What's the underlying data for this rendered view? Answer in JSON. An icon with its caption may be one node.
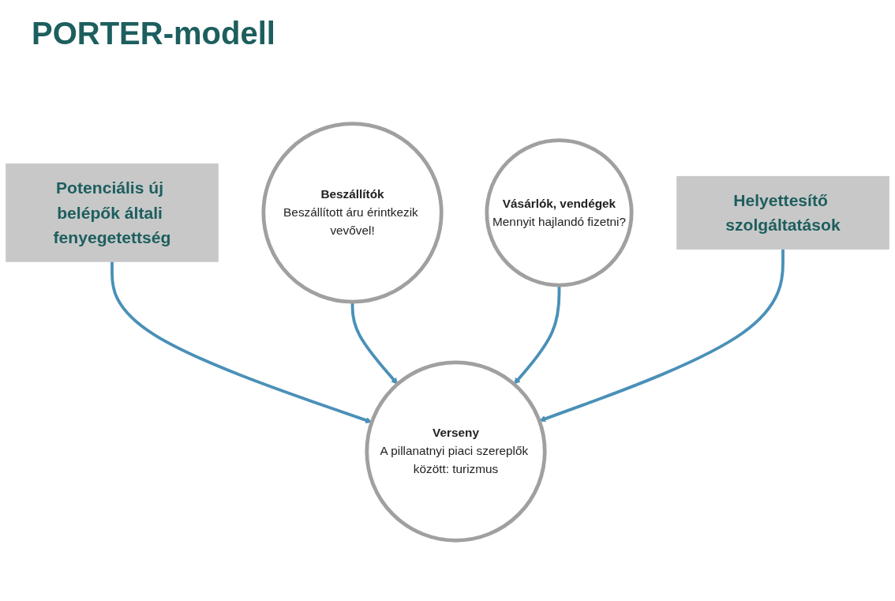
{
  "diagram": {
    "title": "PORTER-modell",
    "nodes": [
      {
        "text": [
          "Potenciális új belépők általi fenyegetettség"
        ]
      },
      {
        "text": [
          "Beszállítók",
          "Beszállított áru érintkezik vevővel!"
        ]
      },
      {
        "text": [
          "Verseny",
          "A pillanatnyi piaci szereplők között: turizmus"
        ]
      },
      {
        "text": [
          "Vásárlók, vendégek",
          "Mennyit hajlandó fizetni?"
        ]
      },
      {
        "text": [
          "Helyettesítő szolgáltatások"
        ]
      }
    ],
    "edges": [
      {
        "from": 0,
        "to": 2,
        "arrow": "to"
      },
      {
        "from": 1,
        "to": 2,
        "arrow": "to"
      },
      {
        "from": 3,
        "to": 2,
        "arrow": "to"
      },
      {
        "from": 4,
        "to": 2,
        "arrow": "to"
      }
    ]
  }
}
